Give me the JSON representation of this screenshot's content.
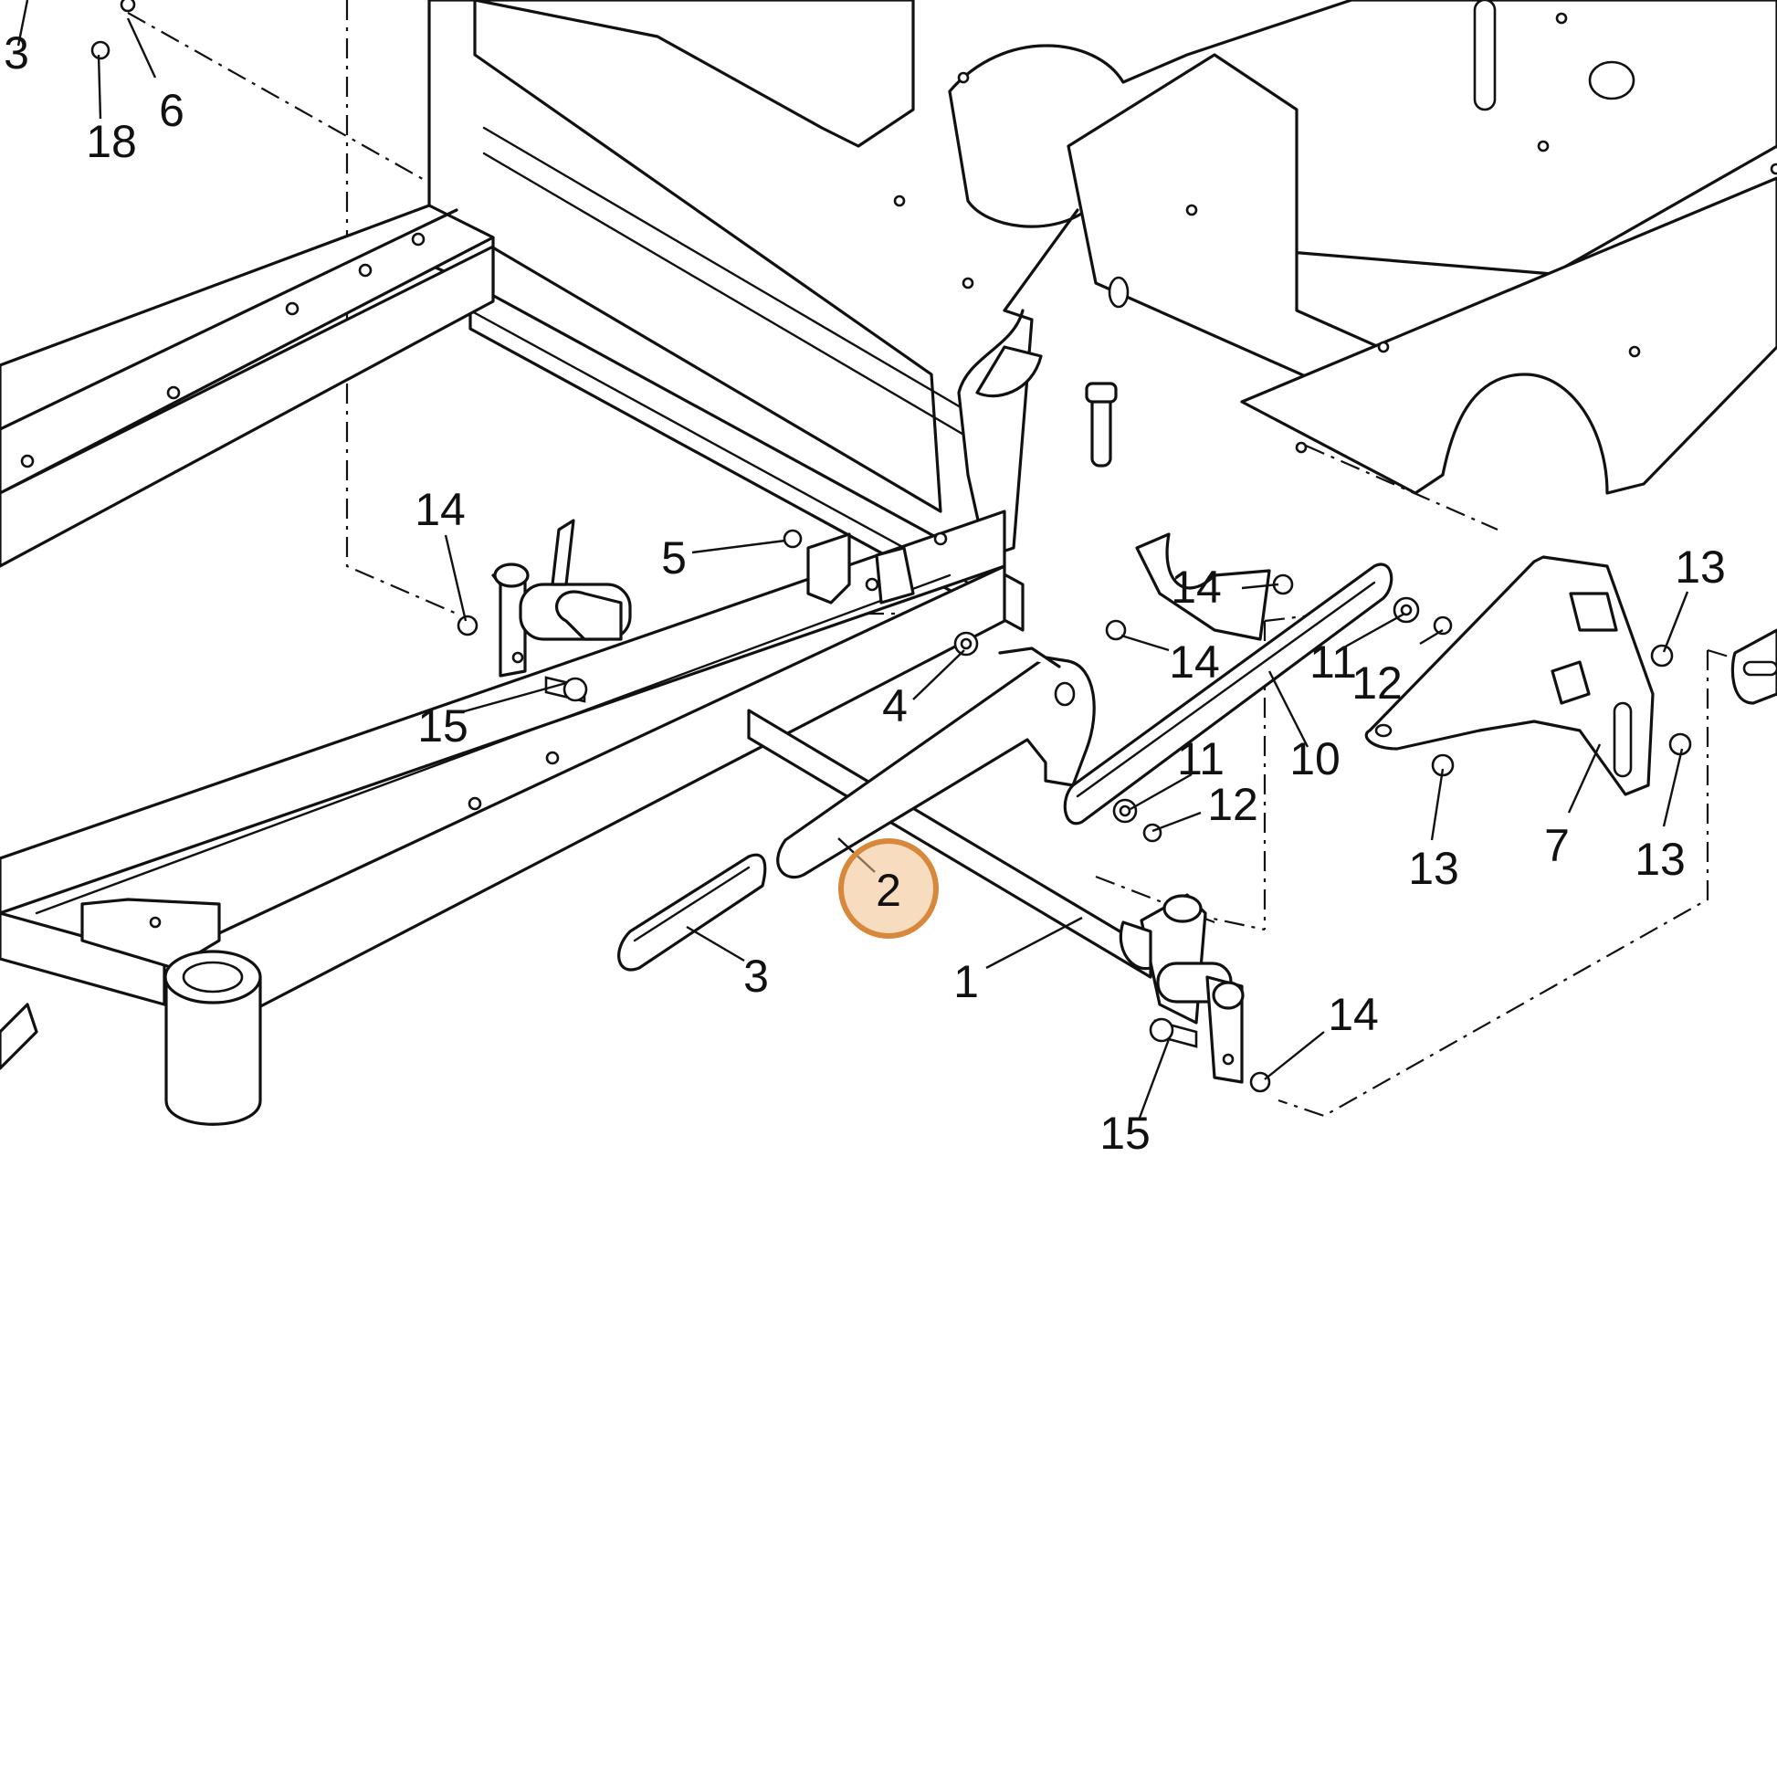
{
  "highlight": {
    "color": "#d7883a",
    "fill": "#f1c08c",
    "label": "2"
  },
  "callouts": [
    "3",
    "18",
    "6",
    "14",
    "5",
    "15",
    "4",
    "14",
    "14",
    "11",
    "12",
    "10",
    "11",
    "12",
    "13",
    "13",
    "7",
    "13",
    "3",
    "1",
    "14",
    "15"
  ]
}
